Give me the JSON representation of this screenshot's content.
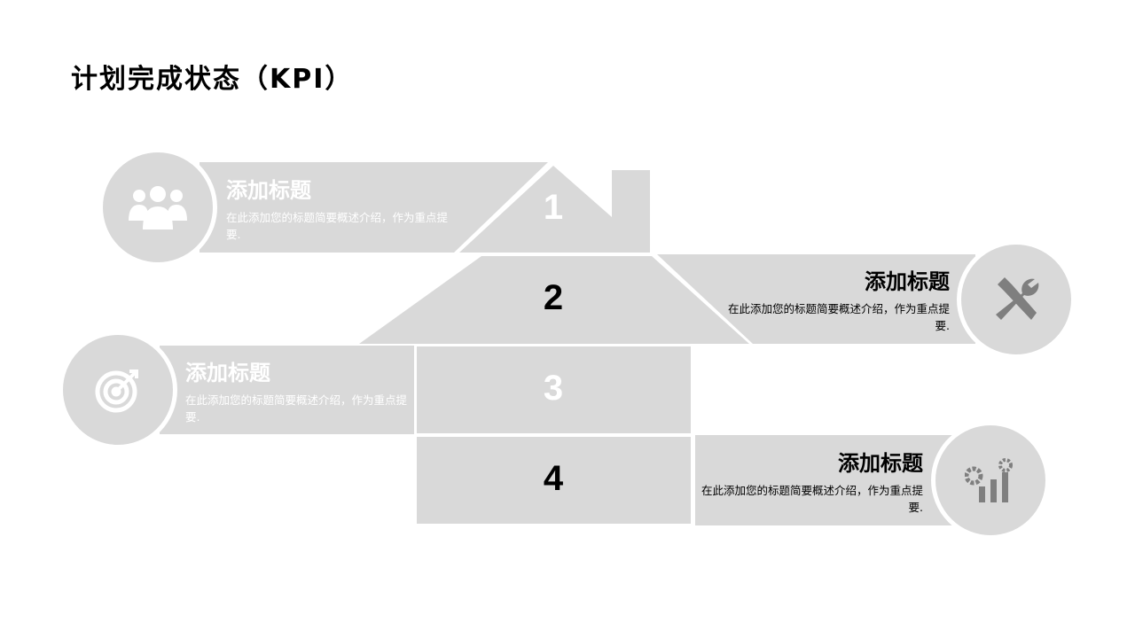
{
  "title": "计划完成状态（KPI）",
  "colors": {
    "fill": "#d9d9d9",
    "icon_light": "#ffffff",
    "icon_dark": "#7f7f7f"
  },
  "items": [
    {
      "number": "1",
      "heading": "添加标题",
      "body": "在此添加您的标题简要概述介绍，作为重点提要.",
      "icon": "team-icon"
    },
    {
      "number": "2",
      "heading": "添加标题",
      "body": "在此添加您的标题简要概述介绍，作为重点提要.",
      "icon": "tools-icon"
    },
    {
      "number": "3",
      "heading": "添加标题",
      "body": "在此添加您的标题简要概述介绍，作为重点提要.",
      "icon": "target-icon"
    },
    {
      "number": "4",
      "heading": "添加标题",
      "body": "在此添加您的标题简要概述介绍，作为重点提要.",
      "icon": "gear-chart-icon"
    }
  ]
}
